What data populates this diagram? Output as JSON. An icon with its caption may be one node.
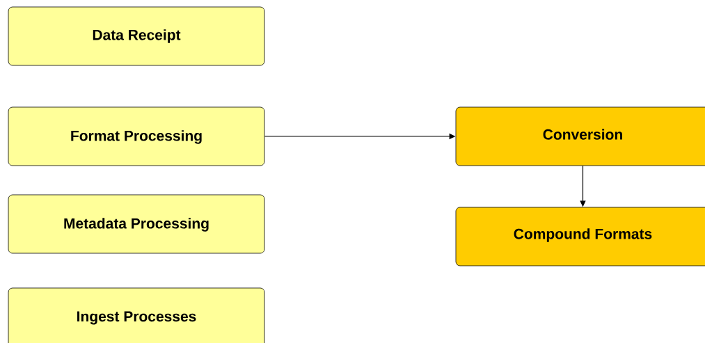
{
  "diagram": {
    "nodes": [
      {
        "text": [
          "Data Receipt"
        ]
      },
      {
        "text": [
          "Format Processing"
        ]
      },
      {
        "text": [
          "Metadata Processing"
        ]
      },
      {
        "text": [
          "Ingest Processes"
        ]
      },
      {
        "text": [
          "Conversion"
        ]
      },
      {
        "text": [
          "Compound Formats"
        ]
      }
    ],
    "edges": [
      {
        "from": 1,
        "to": 4,
        "arrow": "to"
      },
      {
        "from": 4,
        "to": 5,
        "arrow": "to"
      }
    ]
  }
}
